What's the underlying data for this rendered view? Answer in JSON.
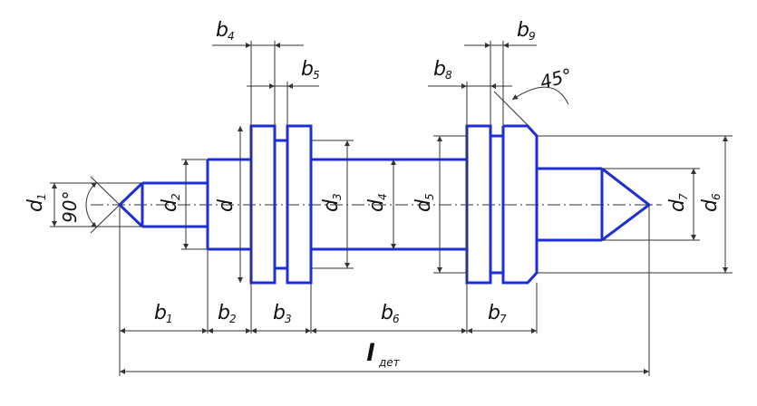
{
  "labels": {
    "b1": {
      "main": "b",
      "sub": "1"
    },
    "b2": {
      "main": "b",
      "sub": "2"
    },
    "b3": {
      "main": "b",
      "sub": "3"
    },
    "b4": {
      "main": "b",
      "sub": "4"
    },
    "b5": {
      "main": "b",
      "sub": "5"
    },
    "b6": {
      "main": "b",
      "sub": "6"
    },
    "b7": {
      "main": "b",
      "sub": "7"
    },
    "b8": {
      "main": "b",
      "sub": "8"
    },
    "b9": {
      "main": "b",
      "sub": "9"
    },
    "ldet": {
      "main": "l",
      "sub": "дет"
    },
    "d": {
      "main": "d"
    },
    "d1": {
      "main": "d",
      "sub": "1"
    },
    "d2": {
      "main": "d",
      "sub": "2"
    },
    "d3": {
      "main": "d",
      "sub": "3"
    },
    "d4": {
      "main": "d",
      "sub": "4"
    },
    "d5": {
      "main": "d",
      "sub": "5"
    },
    "d6": {
      "main": "d",
      "sub": "6"
    },
    "d7": {
      "main": "d",
      "sub": "7"
    },
    "angle_90": "90°",
    "angle_45": "45°"
  },
  "colors": {
    "part": "#1f2fd8",
    "dimension": "#333333"
  }
}
